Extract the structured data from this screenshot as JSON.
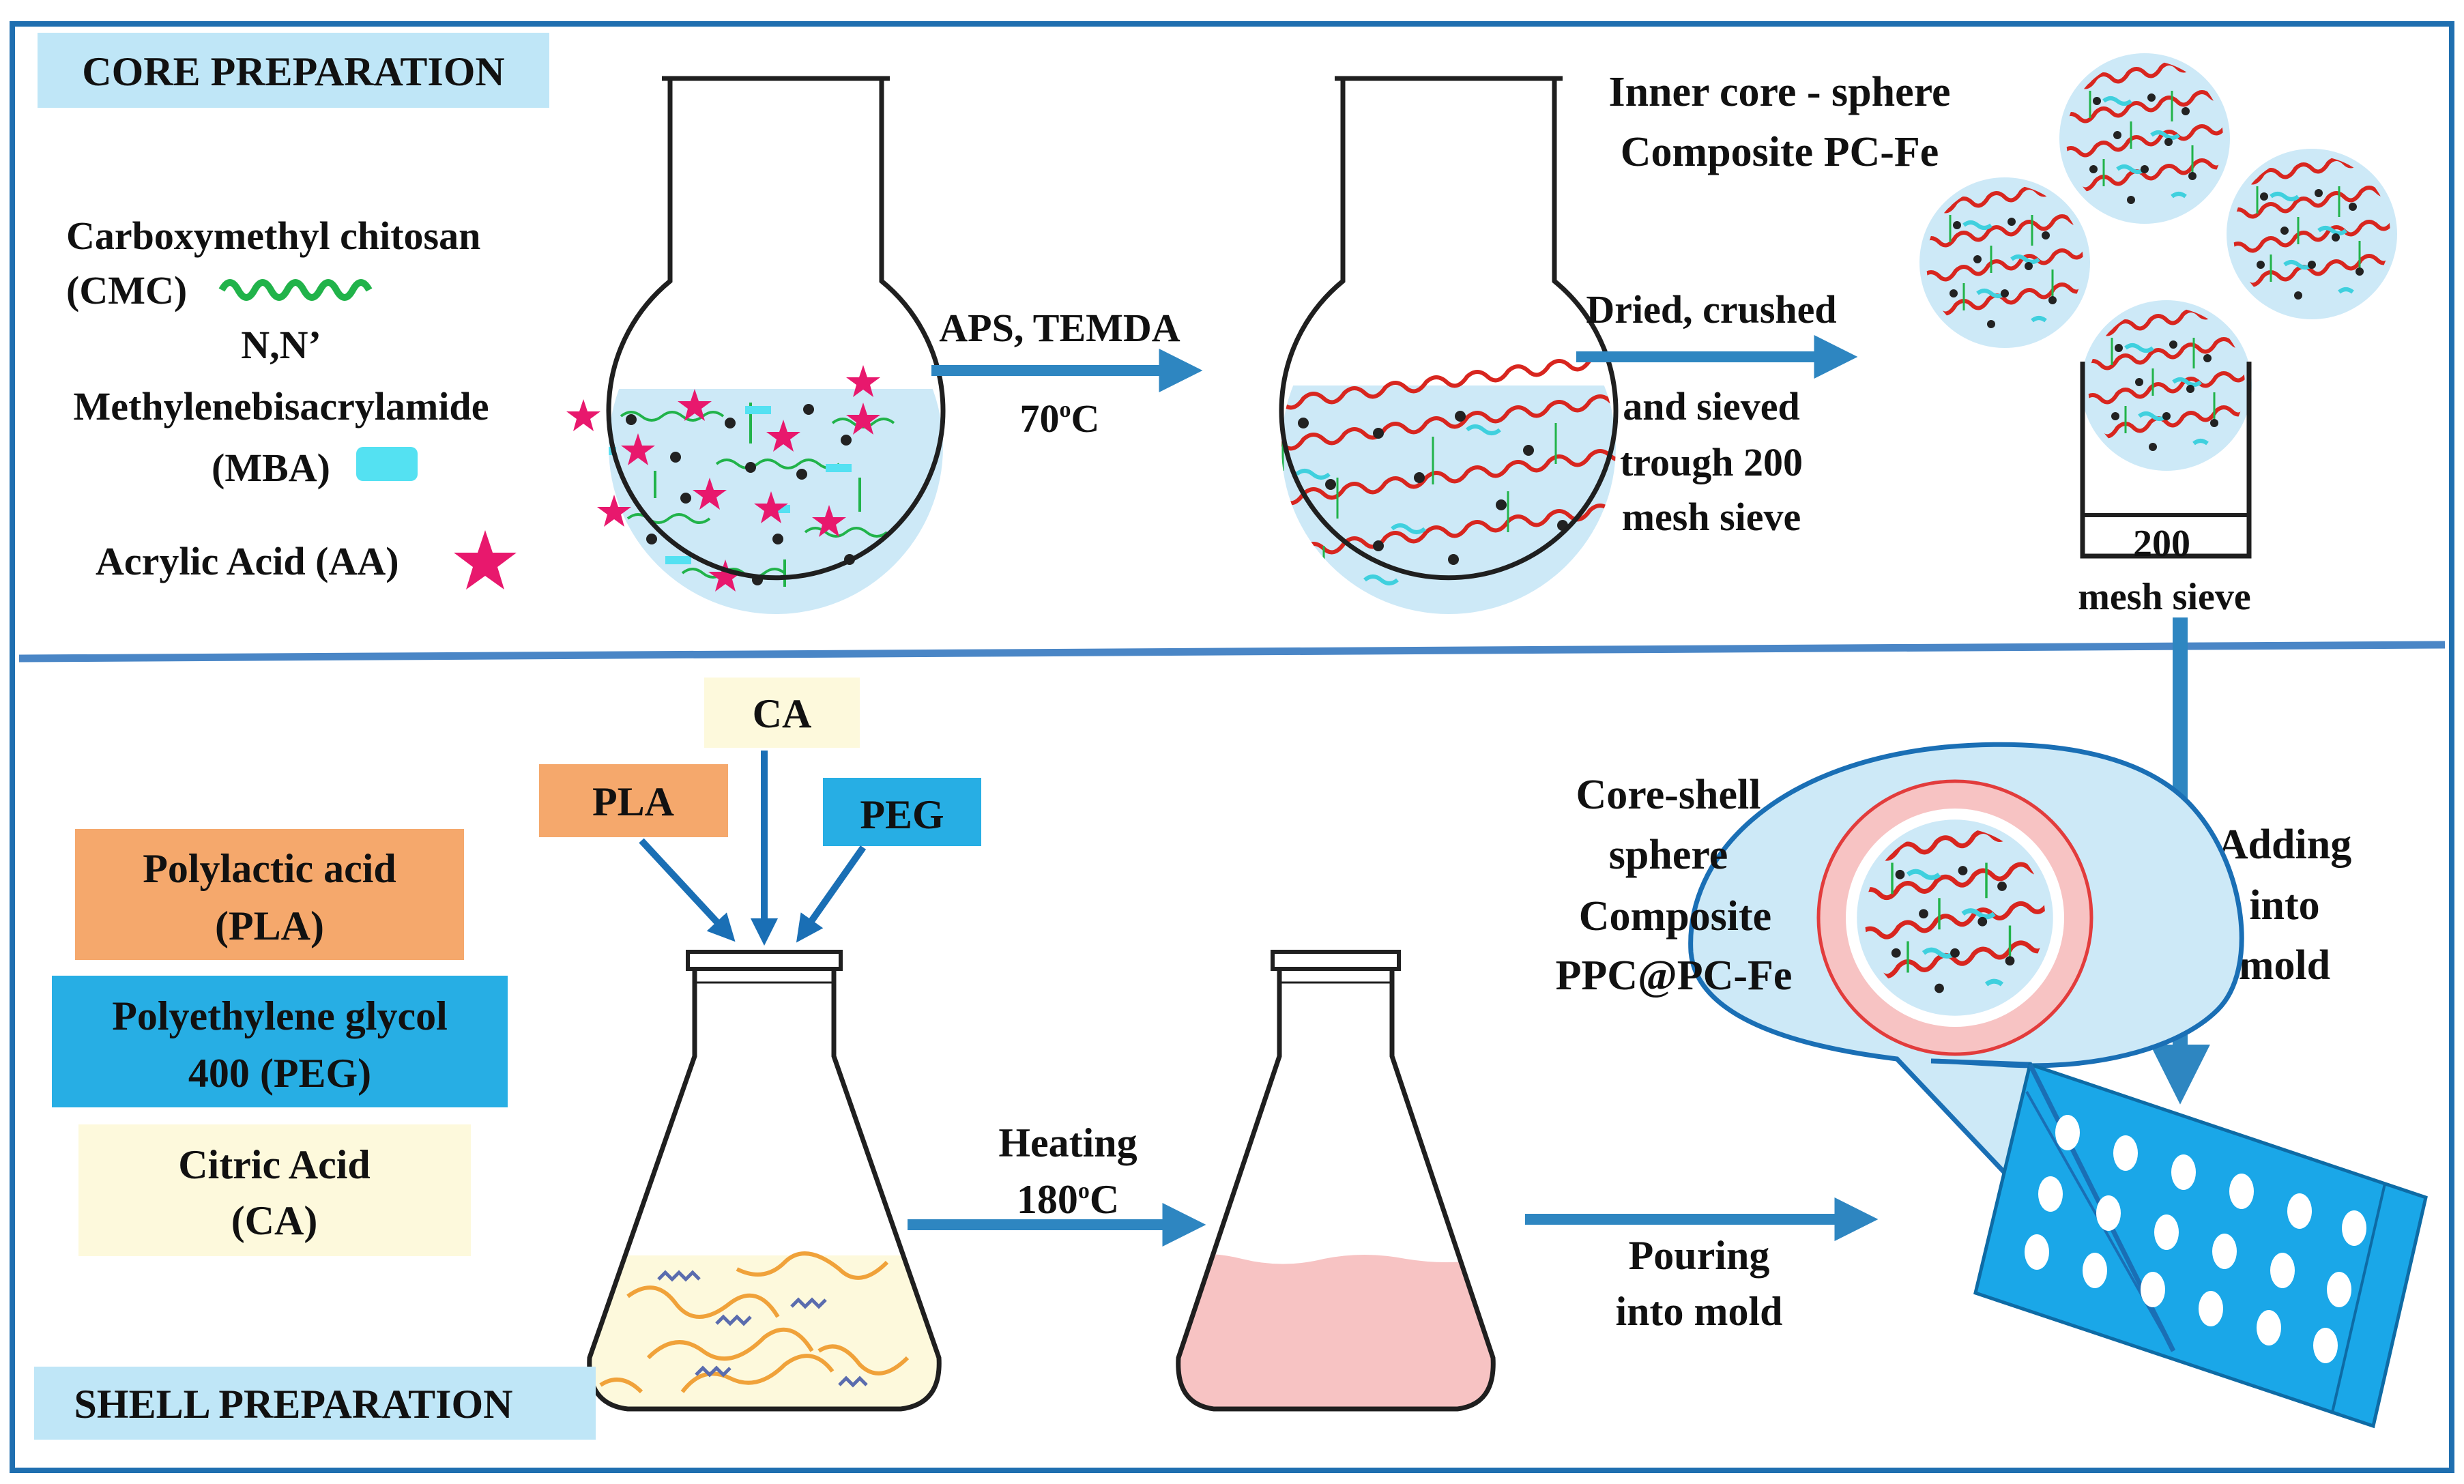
{
  "sections": {
    "core": "CORE PREPARATION",
    "shell": "SHELL PREPARATION"
  },
  "core_legend": {
    "cmc_line1": "Carboxymethyl chitosan",
    "cmc_line2": "(CMC)",
    "mba_line1": "N,N’",
    "mba_line2": "Methylenebisacrylamide",
    "mba_line3": "(MBA)",
    "aa": "Acrylic Acid (AA)"
  },
  "core_steps": {
    "reagents": "APS, TEMDA",
    "temp_value": "70",
    "temp_sup": "o",
    "temp_unit": "C",
    "process_line1": "Dried, crushed",
    "process_line2": "and sieved",
    "process_line3": "trough 200",
    "process_line4": "mesh sieve"
  },
  "core_product": {
    "line1": "Inner core - sphere",
    "line2": "Composite PC-Fe",
    "sieve_label1": "200",
    "sieve_label2": "mesh sieve"
  },
  "transfer": {
    "line1": "Adding",
    "line2": "into",
    "line3": "mold"
  },
  "shell_legend": {
    "pla_line1": "Polylactic acid",
    "pla_line2": "(PLA)",
    "peg_line1": "Polyethylene glycol",
    "peg_line2": "400 (PEG)",
    "ca_line1": "Citric Acid",
    "ca_line2": "(CA)"
  },
  "shell_inputs": {
    "ca": "CA",
    "pla": "PLA",
    "peg": "PEG"
  },
  "shell_steps": {
    "heating": "Heating",
    "temp_value": "180",
    "temp_sup": "o",
    "temp_unit": "C",
    "pour_line1": "Pouring",
    "pour_line2": "into mold"
  },
  "final_product": {
    "line1": "Core-shell",
    "line2": "sphere",
    "line3": "Composite",
    "line4": "PPC@PC-Fe"
  },
  "colors": {
    "frame": "#1f6fb0",
    "arrow": "#2e86c1",
    "label_bg": "#bfe6f7",
    "pla": "#f5a86c",
    "peg": "#27aee4",
    "ca": "#fdf9dc",
    "liquid": "#cde9f7",
    "star": "#e8186d",
    "cmc": "#21b34a",
    "mba": "#54e1f2",
    "polymer_red": "#d8261f",
    "melt": "#f7c3c3",
    "mold": "#1aa7e8"
  }
}
